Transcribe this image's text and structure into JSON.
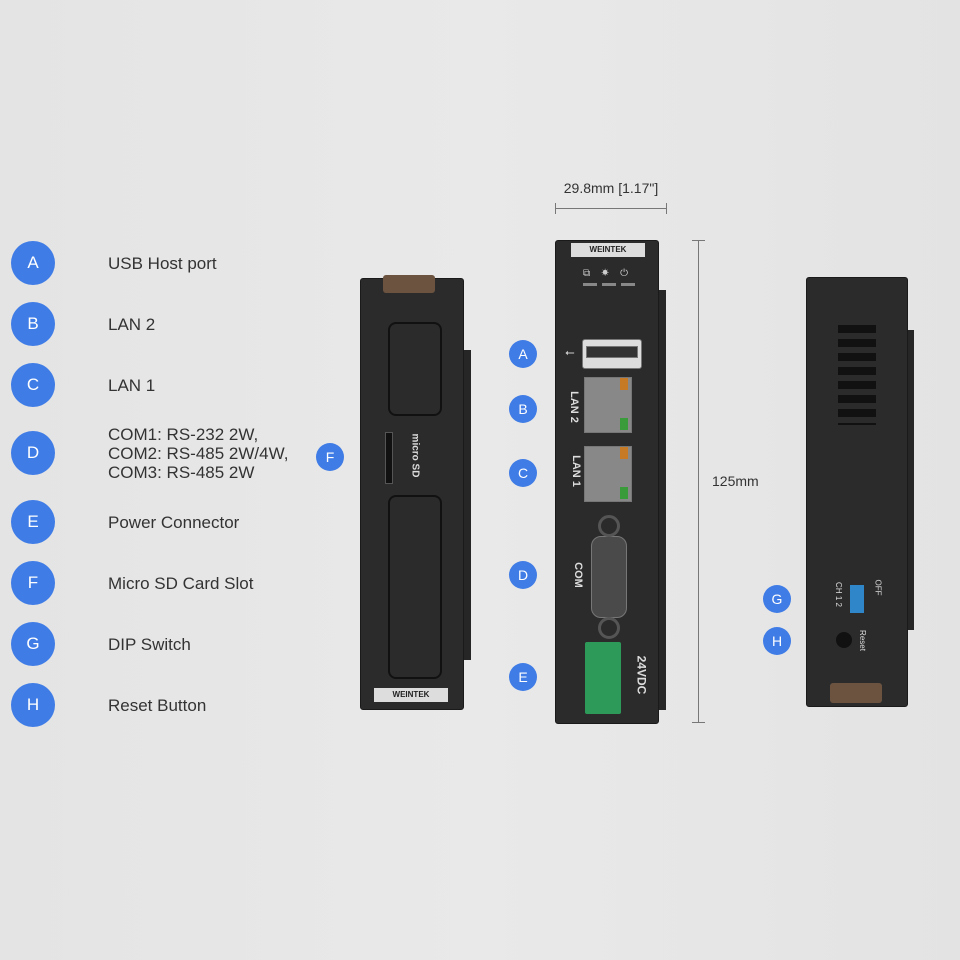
{
  "legend": [
    {
      "letter": "A",
      "label": "USB Host port"
    },
    {
      "letter": "B",
      "label": "LAN 2"
    },
    {
      "letter": "C",
      "label": "LAN 1"
    },
    {
      "letter": "D",
      "label": "COM1: RS-232 2W,\nCOM2: RS-485 2W/4W,\nCOM3: RS-485 2W"
    },
    {
      "letter": "E",
      "label": "Power Connector"
    },
    {
      "letter": "F",
      "label": "Micro SD Card Slot"
    },
    {
      "letter": "G",
      "label": "DIP Switch"
    },
    {
      "letter": "H",
      "label": "Reset Button"
    }
  ],
  "dimensions": {
    "width": "29.8mm [1.17\"]",
    "height": "125mm"
  },
  "device": {
    "brand": "WEINTEK",
    "lan2": "LAN 2",
    "lan1": "LAN 1",
    "com": "COM",
    "power": "24VDC",
    "sd": "micro SD",
    "dip_ch": "CH 1 2",
    "dip_off": "OFF",
    "reset": "Reset"
  },
  "colors": {
    "marker": "#3f7ce6",
    "terminal": "#2e9a5a",
    "dip": "#2f86c8"
  }
}
